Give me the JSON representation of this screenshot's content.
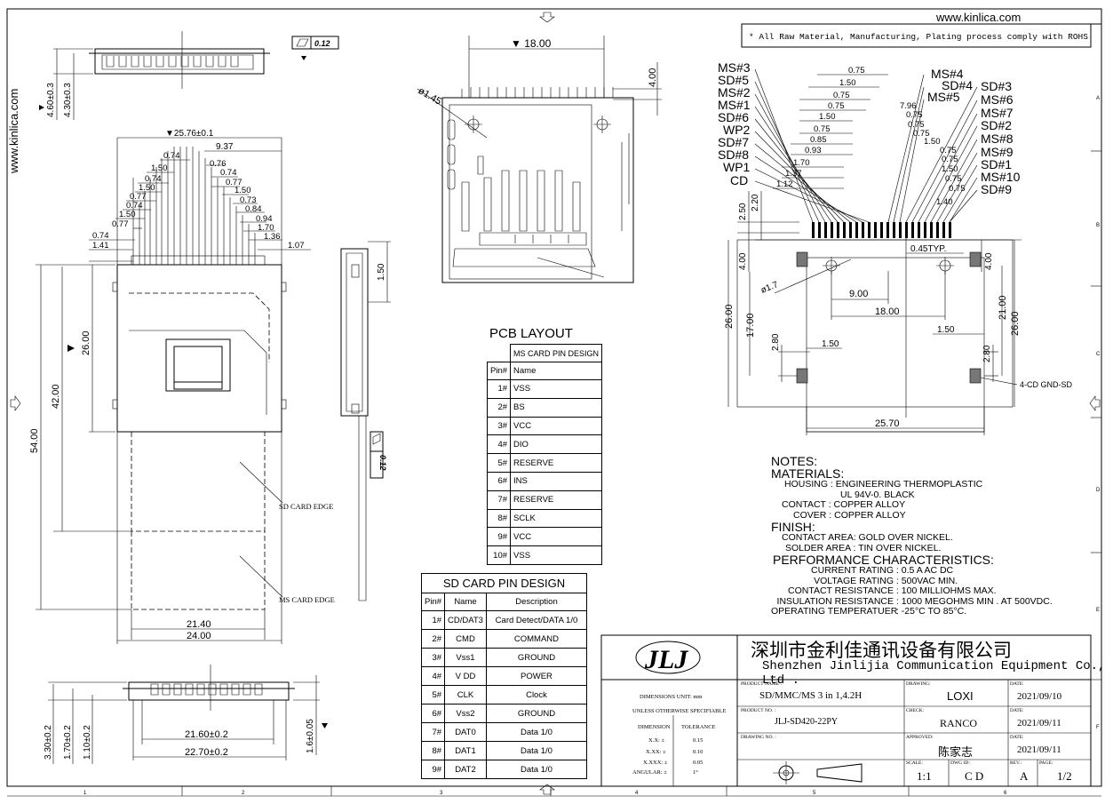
{
  "header": {
    "website": "www.kinlica.com",
    "side_website": "www.kinlica.com",
    "rohs_note": "* All Raw Material, Manufacturing, Plating process comply with ROHS"
  },
  "flatness": {
    "top": "0.12",
    "side": "0.12"
  },
  "left_view": {
    "top_dims": [
      "4.60±0.3",
      "4.30±0.3"
    ],
    "width_overall": "▼25.76±0.1",
    "right_offset": "9.37",
    "pitches": [
      "0.74",
      "0.76",
      "1.50",
      "0.74",
      "0.74",
      "0.77",
      "1.50",
      "1.50",
      "0.77",
      "0.73",
      "0.74",
      "0.84",
      "1.50",
      "0.94",
      "0.77",
      "1.70",
      "0.74",
      "1.36",
      "1.41",
      "1.07"
    ],
    "height_26": "26.00",
    "height_42": "42.00",
    "height_54": "54.00",
    "width_21": "21.40",
    "width_24": "24.00",
    "sd_edge": "SD CARD EDGE",
    "ms_edge": "MS CARD EDGE",
    "bottom_dims": [
      "21.60±0.2",
      "22.70±0.2",
      "3.30±0.2",
      "1.70±0.2",
      "1.10±0.2",
      "1.6±0.05"
    ],
    "side_dim": "1.50"
  },
  "iso_view": {
    "width": "▼ 18.00",
    "height": "4.00",
    "hole": "ø1.45"
  },
  "pcb": {
    "title": "PCB LAYOUT",
    "left_labels": [
      "MS#3",
      "SD#5",
      "MS#2",
      "MS#1",
      "SD#6",
      "WP2",
      "SD#7",
      "SD#8",
      "WP1",
      "CD"
    ],
    "right_labels": [
      "MS#4",
      "SD#4",
      "MS#5",
      "SD#3",
      "MS#6",
      "MS#7",
      "SD#2",
      "MS#8",
      "MS#9",
      "SD#1",
      "MS#10",
      "SD#9"
    ],
    "pitch_labels": [
      "0.75",
      "1.50",
      "0.75",
      "0.75",
      "1.50",
      "0.75",
      "0.85",
      "0.93",
      "1.70",
      "1.37",
      "1.12",
      "7.96",
      "0.75",
      "0.75",
      "0.75",
      "1.50",
      "0.75",
      "0.75",
      "1.50",
      "0.75",
      "0.75",
      "1.40"
    ],
    "dims": {
      "d250": "2.50",
      "d220": "2.20",
      "d400a": "4.00",
      "d400b": "4.00",
      "typ": "0.45TYP.",
      "hole": "ø1.7",
      "d900": "9.00",
      "d1800": "18.00",
      "d2600a": "26.00",
      "d1700": "17.00",
      "d2100": "21.00",
      "d2600b": "26.00",
      "d280a": "2.80",
      "d150a": "1.50",
      "d150b": "1.50",
      "d280b": "2.80",
      "d2570": "25.70",
      "cd_gnd": "4-CD GND-SD"
    }
  },
  "ms_table": {
    "title": "MS CARD PIN DESIGN",
    "headers": [
      "Pin#",
      "Name"
    ],
    "rows": [
      [
        "1#",
        "VSS"
      ],
      [
        "2#",
        "BS"
      ],
      [
        "3#",
        "VCC"
      ],
      [
        "4#",
        "DIO"
      ],
      [
        "5#",
        "RESERVE"
      ],
      [
        "6#",
        "INS"
      ],
      [
        "7#",
        "RESERVE"
      ],
      [
        "8#",
        "SCLK"
      ],
      [
        "9#",
        "VCC"
      ],
      [
        "10#",
        "VSS"
      ]
    ]
  },
  "sd_table": {
    "title": "SD CARD PIN DESIGN",
    "headers": [
      "Pin#",
      "Name",
      "Description"
    ],
    "rows": [
      [
        "1#",
        "CD/DAT3",
        "Card Detect/DATA 1/0"
      ],
      [
        "2#",
        "CMD",
        "COMMAND"
      ],
      [
        "3#",
        "Vss1",
        "GROUND"
      ],
      [
        "4#",
        "V DD",
        "POWER"
      ],
      [
        "5#",
        "CLK",
        "Clock"
      ],
      [
        "6#",
        "Vss2",
        "GROUND"
      ],
      [
        "7#",
        "DAT0",
        "Data 1/0"
      ],
      [
        "8#",
        "DAT1",
        "Data 1/0"
      ],
      [
        "9#",
        "DAT2",
        "Data 1/0"
      ]
    ]
  },
  "notes": {
    "title": "NOTES:",
    "materials": "MATERIALS:",
    "housing_k": "HOUSING :",
    "housing_v": "ENGINEERING THERMOPLASTIC",
    "housing_v2": "UL 94V-0. BLACK",
    "contact_k": "CONTACT :",
    "contact_v": "COPPER ALLOY",
    "cover_k": "COVER :",
    "cover_v": "COPPER ALLOY",
    "finish": "FINISH:",
    "contact_area": "CONTACT AREA: GOLD OVER NICKEL.",
    "solder_area": "SOLDER AREA : TIN OVER NICKEL.",
    "perf": "PERFORMANCE CHARACTERISTICS:",
    "specs": [
      [
        "CURRENT RATING",
        "0.5 A AC DC"
      ],
      [
        "VOLTAGE RATING",
        "500VAC MIN."
      ],
      [
        "CONTACT RESISTANCE",
        "100 MILLIOHMS MAX."
      ],
      [
        "INSULATION RESISTANCE",
        "1000 MEGOHMS MIN . AT 500VDC."
      ],
      [
        "OPERATING TEMPERATUER",
        "-25°C TO 85°C."
      ]
    ]
  },
  "title_block": {
    "company_cn": "深圳市金利佳通讯设备有限公司",
    "company_en": "Shenzhen Jinlijia Communication Equipment Co., Ltd .",
    "dim_unit": "DIMENSIONS UNIT:  mm",
    "unless": "UNLESS OTHERWISE SPECIFIABLE",
    "dim_h": "DIMENSION",
    "tol_h": "TOLERANCE",
    "tols": [
      [
        "X.X: ±",
        "0.15"
      ],
      [
        "X.XX: ±",
        "0.10"
      ],
      [
        "X.XXX: ±",
        "0.05"
      ],
      [
        "ANGULAR: ±",
        "1°"
      ]
    ],
    "product_name_k": "PRODUCT NAME :",
    "product_name": "SD/MMC/MS 3 in 1,4.2H",
    "product_no_k": "PRODUCT NO. :",
    "product_no": "JLJ-SD420-22PY",
    "drawing_no_k": "DRAWING NO. :",
    "drawing_k": "DRAWING:",
    "drawing": "LOXI",
    "check_k": "CHECK:",
    "check": "RANCO",
    "approved_k": "APPROVED:",
    "approved": "陈家志",
    "date_k": "DATE:",
    "date1": "2021/09/10",
    "date2": "2021/09/11",
    "date3": "2021/09/11",
    "scale_k": "SCALE:",
    "scale": "1:1",
    "dwg_k": "DWG ID:",
    "dwg": "C D",
    "rev_k": "REV.:",
    "rev": "A",
    "page_k": "PAGE:",
    "page": "1/2"
  },
  "frame": {
    "cols": [
      "1",
      "2",
      "3",
      "4",
      "5",
      "6"
    ],
    "rows": [
      "A",
      "B",
      "C",
      "D",
      "E",
      "F"
    ]
  }
}
